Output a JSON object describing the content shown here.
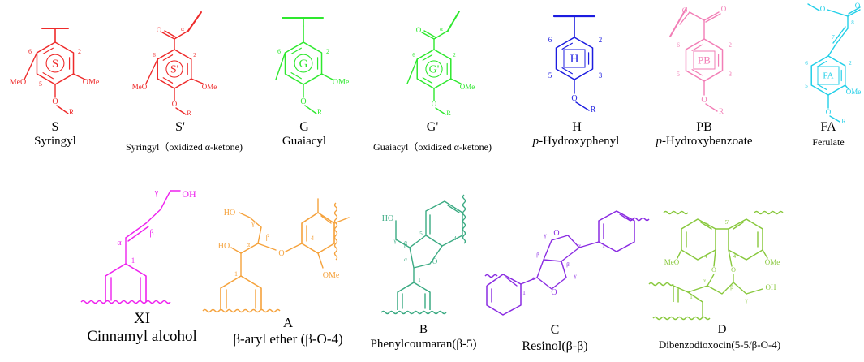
{
  "colors": {
    "S": "#ee2a2a",
    "S_prime": "#ee2a2a",
    "G": "#2ee82e",
    "G_prime": "#2ee82e",
    "H": "#1c1ce0",
    "PB": "#f27eb6",
    "FA": "#22cfe8",
    "XI": "#ee22ee",
    "A": "#f5a23c",
    "B": "#3aaa82",
    "C": "#8a2be2",
    "D": "#88c83c"
  },
  "units": [
    {
      "key": "S",
      "code": "S",
      "name": "Syringyl",
      "ring": "S",
      "subs": [
        "MeO",
        "OMe",
        "O",
        "R"
      ],
      "nums": [
        "6",
        "2",
        "5"
      ]
    },
    {
      "key": "S_prime",
      "code": "S'",
      "name": "Syringyl（oxidized α-ketone)",
      "ring": "S'",
      "subs": [
        "MeO",
        "OMe",
        "O",
        "R",
        "O"
      ],
      "nums": [
        "6",
        "2",
        "α"
      ]
    },
    {
      "key": "G",
      "code": "G",
      "name": "Guaiacyl",
      "ring": "G",
      "subs": [
        "OMe",
        "O",
        "R"
      ],
      "nums": [
        "6",
        "2"
      ]
    },
    {
      "key": "G_prime",
      "code": "G'",
      "name": "Guaiacyl（oxidized α-ketone)",
      "ring": "G'",
      "subs": [
        "OMe",
        "O",
        "R",
        "O"
      ],
      "nums": [
        "6",
        "2",
        "α"
      ]
    },
    {
      "key": "H",
      "code": "H",
      "name_prefix": "p",
      "name_rest": "-Hydroxyphenyl",
      "ring": "H",
      "subs": [
        "O",
        "R"
      ],
      "nums": [
        "6",
        "2",
        "5",
        "3"
      ]
    },
    {
      "key": "PB",
      "code": "PB",
      "name_prefix": "p",
      "name_rest": "-Hydroxybenzoate",
      "ring": "PB",
      "subs": [
        "O",
        "O",
        "R"
      ],
      "nums": [
        "6",
        "2",
        "5",
        "3"
      ]
    },
    {
      "key": "FA",
      "code": "FA",
      "name": "Ferulate",
      "ring": "FA",
      "subs": [
        "O",
        "OMe",
        "O",
        "R"
      ],
      "nums": [
        "6",
        "2",
        "5",
        "7",
        "8"
      ]
    }
  ],
  "linkages": [
    {
      "key": "XI",
      "code": "XI",
      "name": "Cinnamyl alcohol",
      "atoms": [
        "OH",
        "γ",
        "β",
        "α",
        "1"
      ]
    },
    {
      "key": "A",
      "code": "A",
      "name": "β-aryl ether (β-O-4)",
      "atoms": [
        "HO",
        "γ",
        "HO",
        "α",
        "β",
        "O",
        "4",
        "1",
        "OMe"
      ]
    },
    {
      "key": "B",
      "code": "B",
      "name": "Phenylcoumaran(β-5)",
      "atoms": [
        "HO",
        "γ",
        "β",
        "5",
        "α",
        "O",
        "4",
        "1"
      ]
    },
    {
      "key": "C",
      "code": "C",
      "name": "Resinol(β-β)",
      "atoms": [
        "O",
        "γ",
        "α",
        "β",
        "1",
        "O",
        "γ",
        "α",
        "β",
        "1"
      ]
    },
    {
      "key": "D",
      "code": "D",
      "name": "Dibenzodioxocin(5-5/β-O-4)",
      "atoms": [
        "MeO",
        "OMe",
        "O",
        "O",
        "4",
        "5'",
        "5",
        "4'",
        "α",
        "β",
        "γ",
        "OH",
        "1"
      ]
    }
  ]
}
